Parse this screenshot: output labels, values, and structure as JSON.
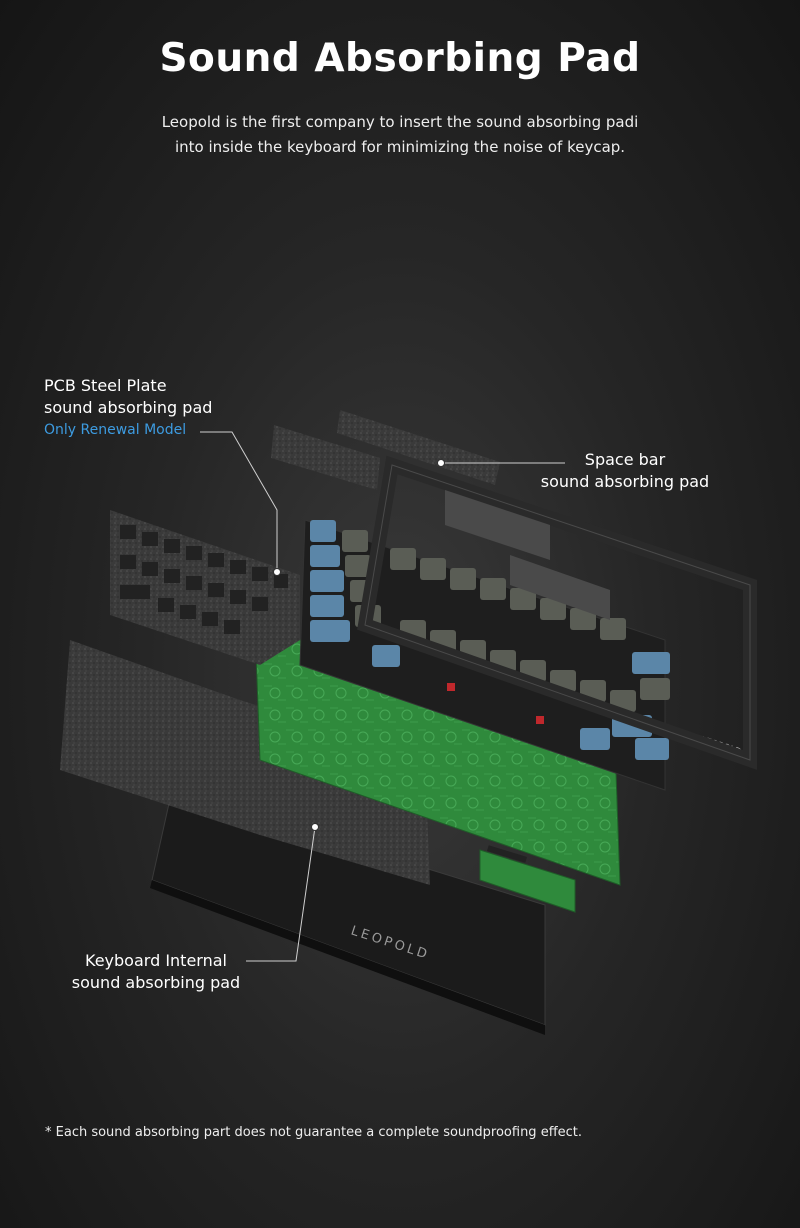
{
  "header": {
    "title": "Sound Absorbing Pad",
    "subtitle_line1": "Leopold is the first company to insert the sound absorbing padi",
    "subtitle_line2": "into inside the keyboard for minimizing the noise of keycap."
  },
  "callouts": {
    "pcb_plate_line1": "PCB Steel Plate",
    "pcb_plate_line2": "sound absorbing pad",
    "pcb_plate_note": "Only Renewal Model",
    "space_bar_line1": "Space bar",
    "space_bar_line2": "sound absorbing pad",
    "internal_line1": "Keyboard Internal",
    "internal_line2": "sound absorbing pad"
  },
  "brand": {
    "logo_text": "LEOPOLD",
    "logo_text_small": "LEOPOLD"
  },
  "footnote": "* Each sound absorbing part does not guarantee a complete soundproofing effect.",
  "colors": {
    "note_blue": "#3d9be0",
    "pcb_green": "#2f8a3c",
    "keycap_blue": "#5b86a8",
    "keycap_gray": "#5a5d55",
    "switch_red": "#c0282c"
  }
}
